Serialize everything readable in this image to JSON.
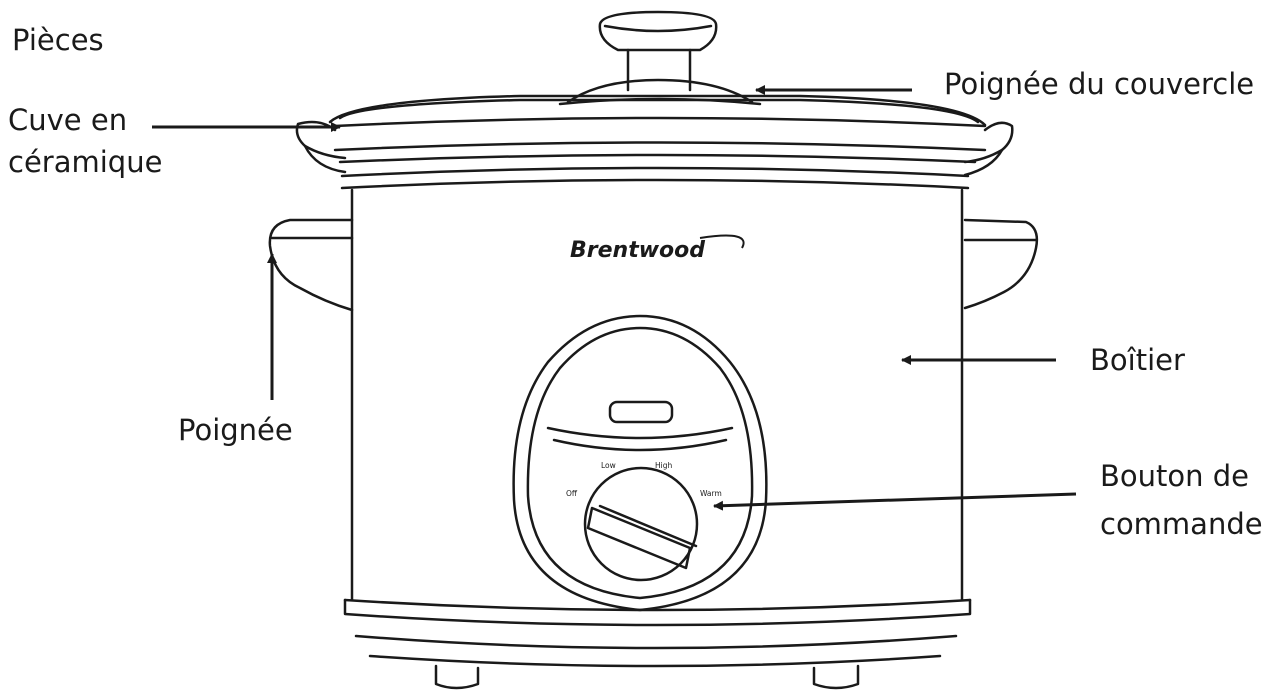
{
  "title": "Pièces",
  "brand": "Brentwood",
  "labels": {
    "ceramic_pot_line1": "Cuve en",
    "ceramic_pot_line2": "céramique",
    "lid_handle": "Poignée du couvercle",
    "handle": "Poignée",
    "housing": "Boîtier",
    "knob_line1": "Bouton de",
    "knob_line2": "commande"
  },
  "dial": {
    "low": "Low",
    "high": "High",
    "off": "Off",
    "warm": "Warm"
  },
  "colors": {
    "line": "#1a1a1a",
    "background": "#ffffff"
  }
}
